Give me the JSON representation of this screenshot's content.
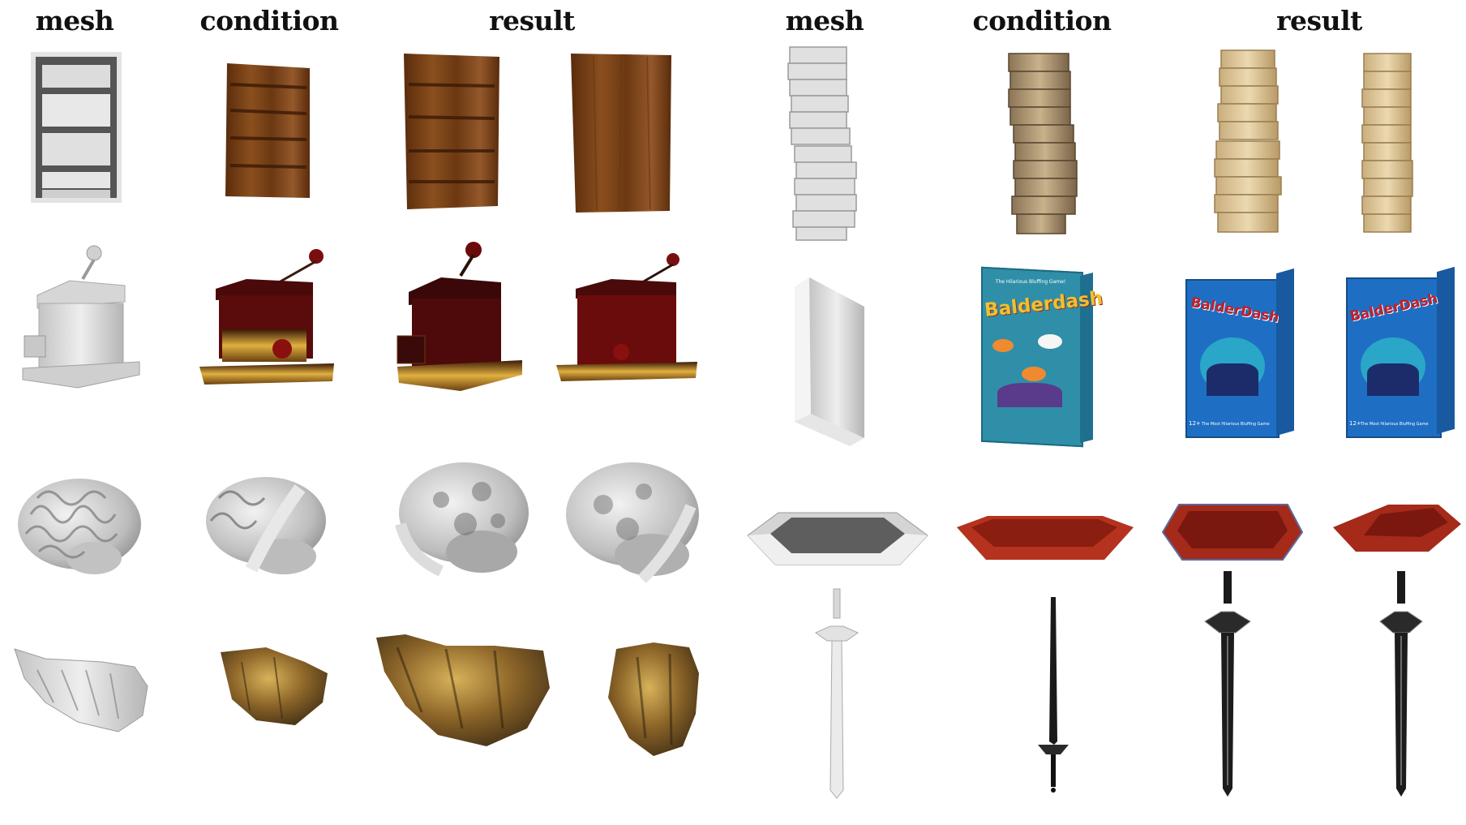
{
  "headers": {
    "left": {
      "mesh": "mesh",
      "condition": "condition",
      "result": "result"
    },
    "right": {
      "mesh": "mesh",
      "condition": "condition",
      "result": "result"
    }
  },
  "box_text": {
    "condition_line1": "The Hilarious Bluffing Game!",
    "condition_title": "Balderdash",
    "result_title": "BalderDash",
    "result_footer": "The Most Hilarious Bluffing Game",
    "result_corner": "12+"
  },
  "colors": {
    "mesh_gray": "#d9d9d9",
    "wood_brown": "#7a4418",
    "grinder_red": "#5a0c0c",
    "brass": "#c89628",
    "jenga_tan": "#c9b089",
    "box_teal": "#2f8fa8",
    "box_blue": "#1e6fc3",
    "tray_red": "#a52a1a",
    "rock_brown": "#8a6a30"
  }
}
